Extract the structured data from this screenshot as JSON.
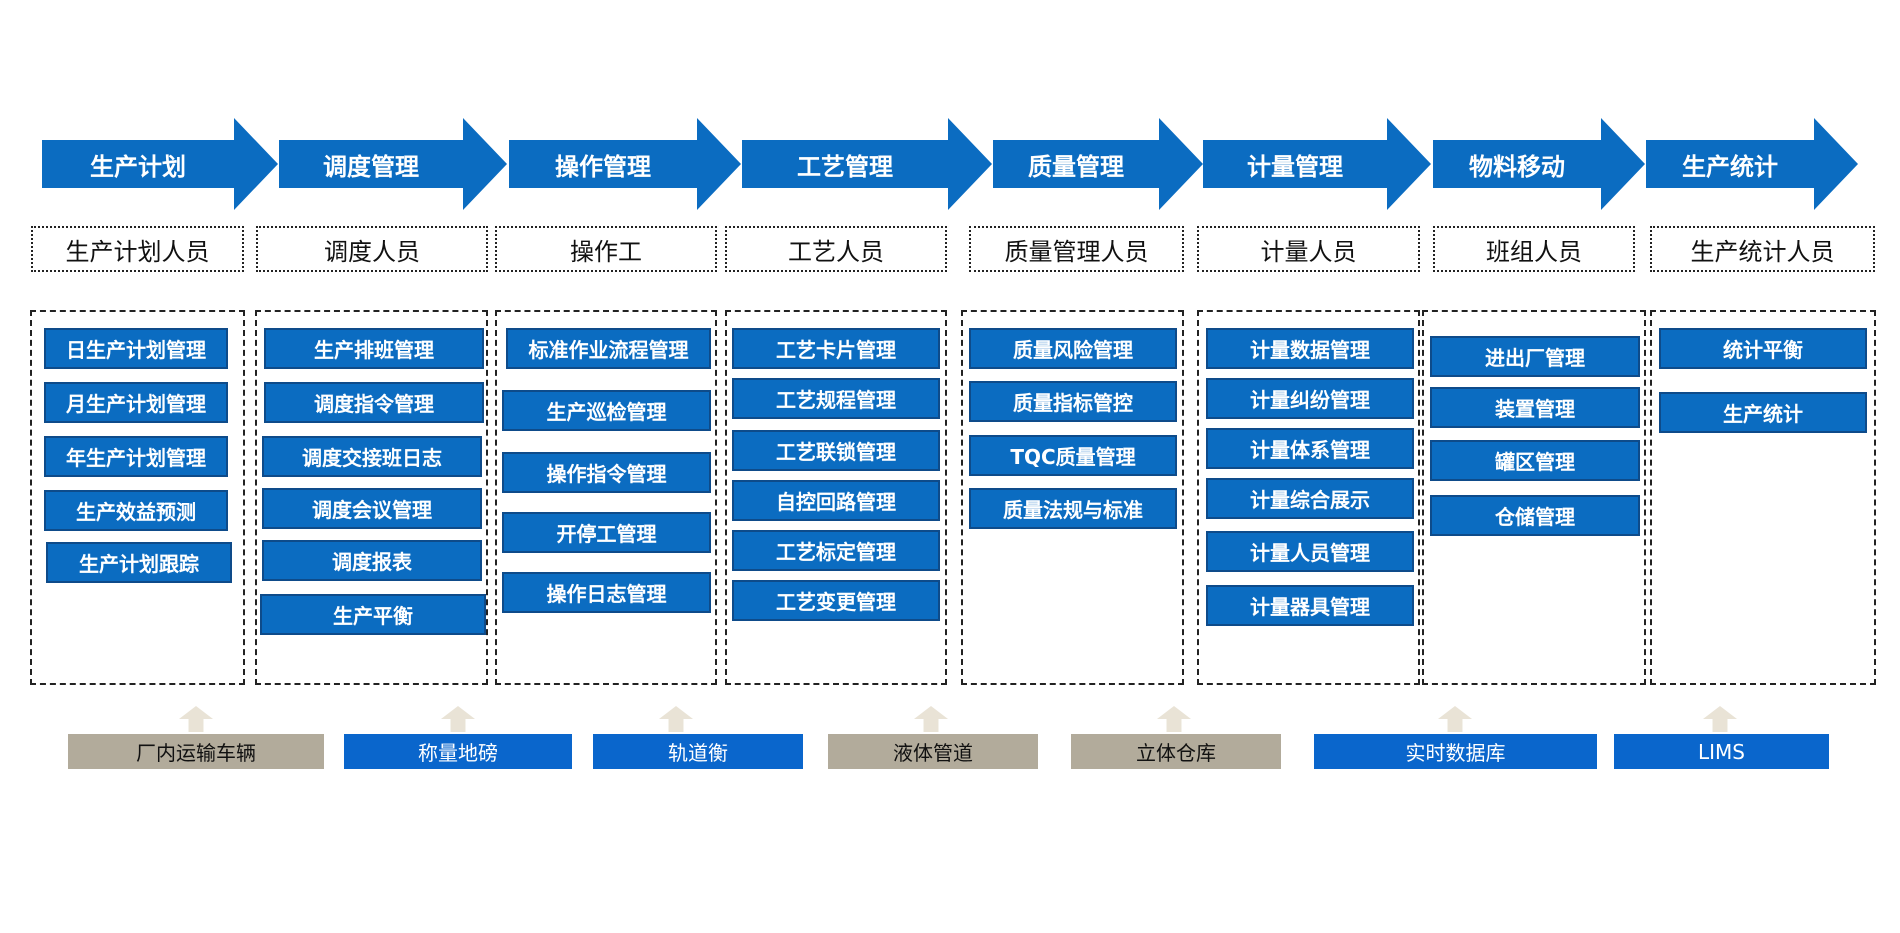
{
  "stages": [
    {
      "label": "生产计划"
    },
    {
      "label": "调度管理"
    },
    {
      "label": "操作管理"
    },
    {
      "label": "工艺管理"
    },
    {
      "label": "质量管理"
    },
    {
      "label": "计量管理"
    },
    {
      "label": "物料移动"
    },
    {
      "label": "生产统计"
    }
  ],
  "roles": [
    "生产计划人员",
    "调度人员",
    "操作工",
    "工艺人员",
    "质量管理人员",
    "计量人员",
    "班组人员",
    "生产统计人员"
  ],
  "modules": [
    [
      "日生产计划管理",
      "月生产计划管理",
      "年生产计划管理",
      "生产效益预测",
      "生产计划跟踪"
    ],
    [
      "生产排班管理",
      "调度指令管理",
      "调度交接班日志",
      "调度会议管理",
      "调度报表",
      "生产平衡"
    ],
    [
      "标准作业流程管理",
      "生产巡检管理",
      "操作指令管理",
      "开停工管理",
      "操作日志管理"
    ],
    [
      "工艺卡片管理",
      "工艺规程管理",
      "工艺联锁管理",
      "自控回路管理",
      "工艺标定管理",
      "工艺变更管理"
    ],
    [
      "质量风险管理",
      "质量指标管控",
      "TQC质量管理",
      "质量法规与标准"
    ],
    [
      "计量数据管理",
      "计量纠纷管理",
      "计量体系管理",
      "计量综合展示",
      "计量人员管理",
      "计量器具管理"
    ],
    [
      "进出厂管理",
      "装置管理",
      "罐区管理",
      "仓储管理"
    ],
    [
      "统计平衡",
      "生产统计"
    ]
  ],
  "sources": [
    {
      "label": "厂内运输车辆",
      "style": "gray"
    },
    {
      "label": "称量地磅",
      "style": "blue"
    },
    {
      "label": "轨道衡",
      "style": "blue"
    },
    {
      "label": "液体管道",
      "style": "gray"
    },
    {
      "label": "立体仓库",
      "style": "gray"
    },
    {
      "label": "实时数据库",
      "style": "blue"
    },
    {
      "label": "LIMS",
      "style": "blue"
    }
  ],
  "colors": {
    "arrow": "#0b6cc1",
    "module": "#0b6cc1",
    "source_gray": "#b2ab9b",
    "source_blue": "#0a66cc",
    "up_arrow": "#e9e3d6"
  }
}
